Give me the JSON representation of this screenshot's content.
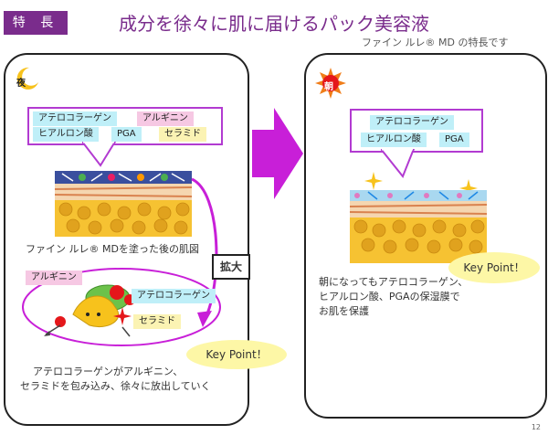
{
  "header": {
    "badge": "特 長",
    "title": "成分を徐々に肌に届けるパック美容液",
    "subtitle": "ファイン ルレ® MD の特長です"
  },
  "night_panel": {
    "time_label": "夜",
    "ingredients": [
      "アテロコラーゲン",
      "アルギニン",
      "ヒアルロン酸",
      "PGA",
      "セラミド"
    ],
    "skin_caption": "ファイン ルレ® MDを塗った後の肌図",
    "zoom_label": "拡大",
    "zoom_tags": [
      "アルギニン",
      "アテロコラーゲン",
      "セラミド"
    ],
    "key_point": "Key Point！",
    "description_line1": "アテロコラーゲンがアルギニン、",
    "description_line2": "セラミドを包み込み、徐々に放出していく"
  },
  "morning_panel": {
    "time_label": "朝",
    "ingredients": [
      "アテロコラーゲン",
      "ヒアルロン酸",
      "PGA"
    ],
    "key_point": "Key Point！",
    "description_line1": "朝になってもアテロコラーゲン、",
    "description_line2": "ヒアルロン酸、PGAの保湿膜で",
    "description_line3": "お肌を保護"
  },
  "page_number": "12",
  "colors": {
    "accent_purple": "#7a2c8c",
    "magenta": "#c81fd8",
    "cyan_tag": "#bfeff8",
    "pink_tag": "#f6c8e3",
    "yellow_tag": "#fbf3b3",
    "key_point_bg": "#fdf7a6"
  }
}
